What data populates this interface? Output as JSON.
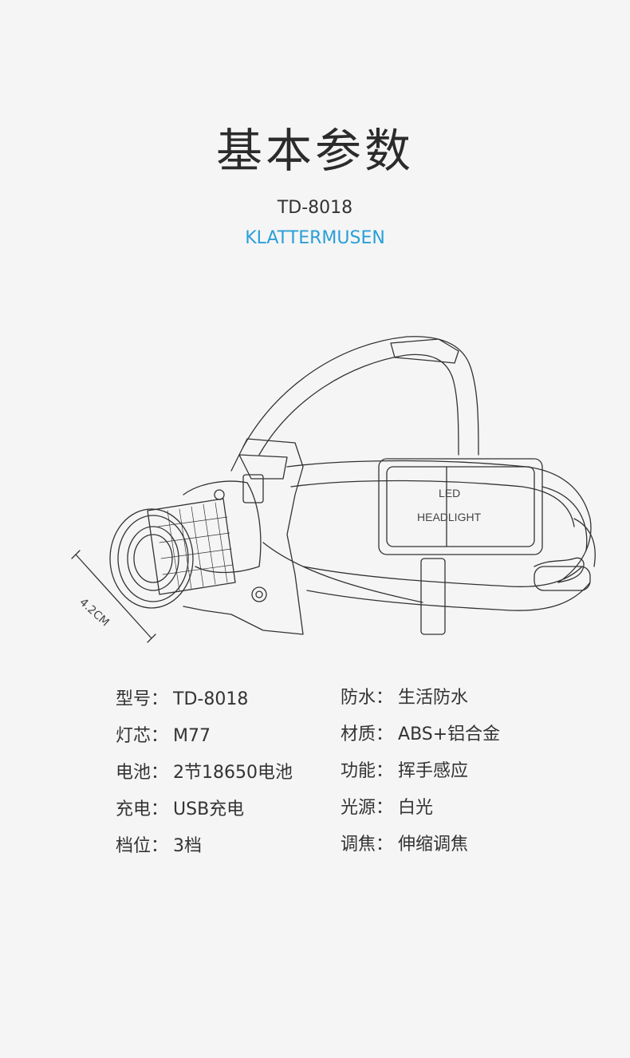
{
  "header": {
    "title": "基本参数",
    "model": "TD-8018",
    "brand": "KLATTERMUSEN"
  },
  "illustration": {
    "led_label_line1": "LED",
    "led_label_line2": "HEADLIGHT",
    "dimension": "4.2CM"
  },
  "specs": {
    "left": [
      {
        "key": "型号：",
        "value": "TD-8018"
      },
      {
        "key": "灯芯：",
        "value": "M77"
      },
      {
        "key": "电池：",
        "value": "2节18650电池"
      },
      {
        "key": "充电：",
        "value": "USB充电"
      },
      {
        "key": "档位：",
        "value": "3档"
      }
    ],
    "right": [
      {
        "key": "防水：",
        "value": "生活防水"
      },
      {
        "key": "材质：",
        "value": "ABS+铝合金"
      },
      {
        "key": "功能：",
        "value": "挥手感应"
      },
      {
        "key": "光源：",
        "value": "白光"
      },
      {
        "key": "调焦：",
        "value": "伸缩调焦"
      }
    ]
  },
  "colors": {
    "background": "#f5f5f5",
    "brand": "#2a9fd8",
    "text": "#333333"
  }
}
